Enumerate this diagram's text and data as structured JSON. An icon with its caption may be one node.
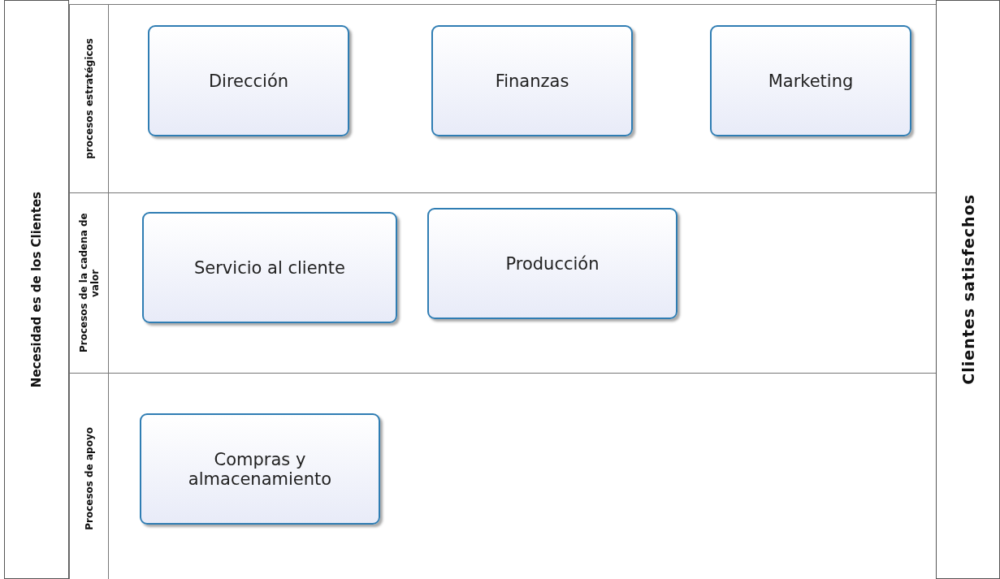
{
  "diagram": {
    "nodes": [
      {
        "text": [
          "Necesidad es de los Clientes"
        ]
      },
      {
        "text": [
          "procesos estratégicos"
        ]
      },
      {
        "text": [
          "Dirección"
        ],
        "in": 1
      },
      {
        "text": [
          "Finanzas"
        ],
        "in": 1
      },
      {
        "text": [
          "Marketing"
        ],
        "in": 1
      },
      {
        "text": [
          "Procesos de la cadena de valor"
        ]
      },
      {
        "text": [
          "Servicio al cliente"
        ],
        "in": 5
      },
      {
        "text": [
          "Producción"
        ],
        "in": 5
      },
      {
        "text": [
          "Procesos de apoyo"
        ]
      },
      {
        "text": [
          "Compras y almacenamiento"
        ],
        "in": 8
      },
      {
        "text": [
          "Clientes satisfechos"
        ]
      }
    ],
    "edges": []
  }
}
